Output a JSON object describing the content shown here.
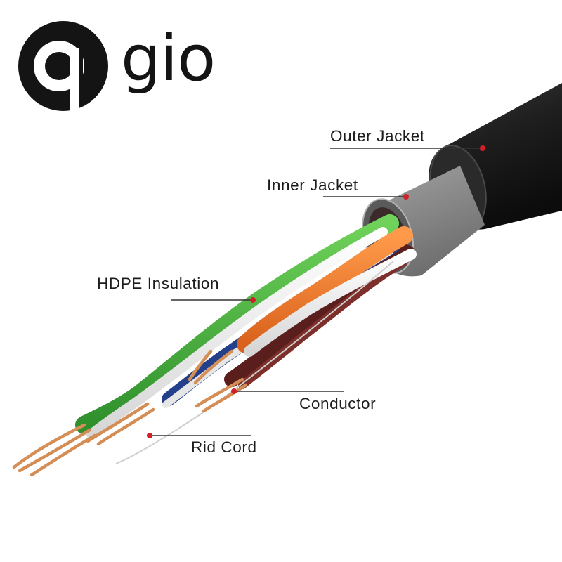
{
  "brand": {
    "name": "gio",
    "logo_icon": "g-letter-icon"
  },
  "labels": {
    "outer_jacket": "Outer Jacket",
    "inner_jacket": "Inner Jacket",
    "hdpe_insulation": "HDPE Insulation",
    "conductor": "Conductor",
    "rid_cord": "Rid Cord"
  },
  "colors": {
    "outer_jacket": "#1e1e1e",
    "inner_jacket": "#8c8c8c",
    "green_wire": "#3fae3a",
    "orange_wire": "#f07a2a",
    "blue_wire": "#2f5db5",
    "brown_wire": "#6e2a26",
    "copper": "#d98c4a",
    "leader_dot": "#d0202a",
    "leader_line": "#333333"
  }
}
